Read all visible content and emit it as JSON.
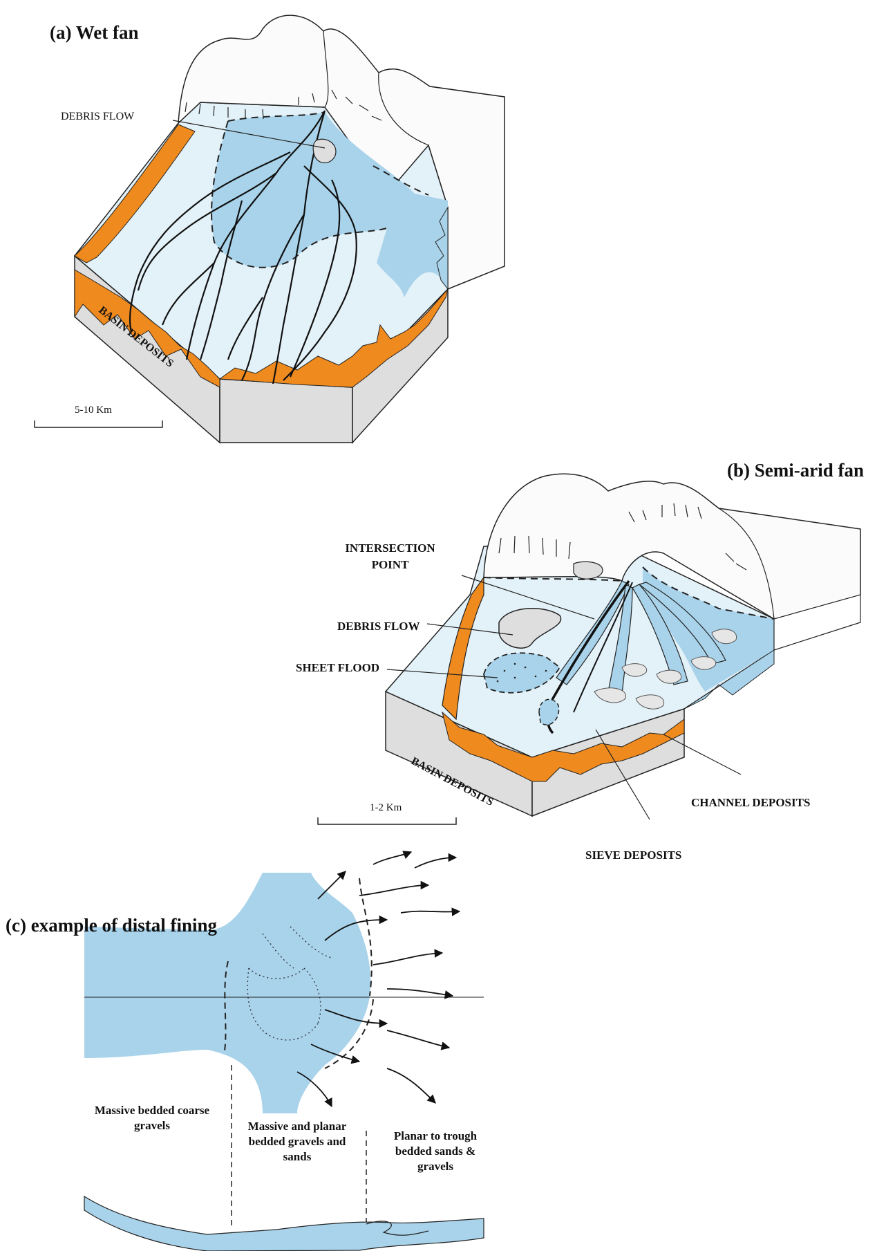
{
  "panels": {
    "a": {
      "title": "(a)  Wet fan",
      "callouts": {
        "debris_flow": "DEBRIS FLOW",
        "basin_deposits": "BASIN DEPOSITS"
      },
      "scale": "5-10 Km"
    },
    "b": {
      "title": "(b)  Semi-arid fan",
      "callouts": {
        "intersection_point_1": "INTERSECTION",
        "intersection_point_2": "POINT",
        "debris_flow": "DEBRIS FLOW",
        "sheet_flood": "SHEET FLOOD",
        "channel_deposits": "CHANNEL DEPOSITS",
        "sieve_deposits": "SIEVE DEPOSITS",
        "basin_deposits": "BASIN DEPOSITS"
      },
      "scale": "1-2 Km"
    },
    "c": {
      "title": "(c)  example of distal fining",
      "zones": [
        "Massive bedded coarse gravels",
        "Massive and planar bedded gravels and sands",
        "Planar to trough bedded sands & gravels"
      ]
    }
  },
  "colors": {
    "water_blue": "#a9d3ea",
    "pale_blue": "#e3f1f8",
    "orange": "#ee8a1e",
    "rock_gray": "#dcdcdc"
  }
}
